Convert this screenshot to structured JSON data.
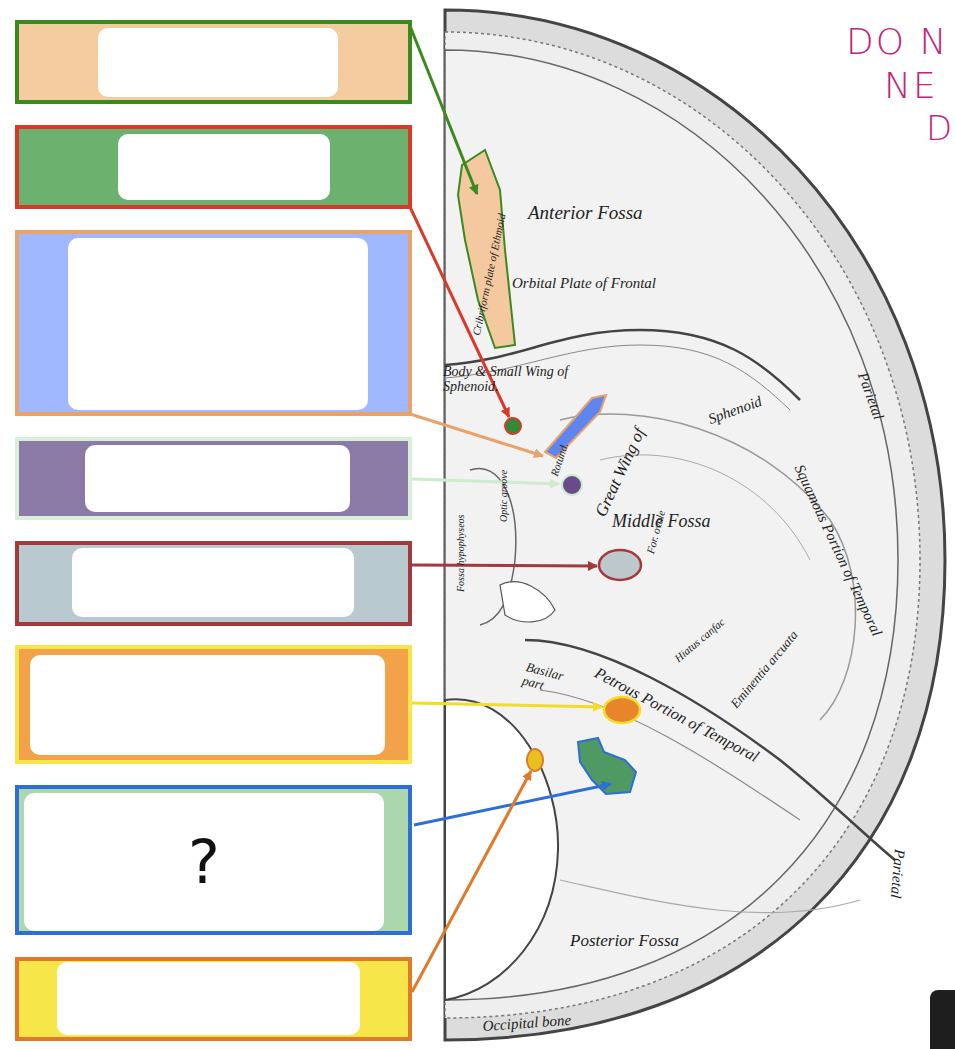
{
  "diagram": {
    "nodes": [
      {
        "text": [
          "?"
        ]
      }
    ],
    "labels": [
      "DO N",
      "NE",
      "D",
      "Anterior Fossa",
      "Orbital Plate of Frontal",
      "Cribriform plate of Ethmoid",
      "Body & Small Wing of Sphenoid.",
      "Rotund.",
      "Great Wing of",
      "Sphenoid",
      "Middle Fossa",
      "For. ovale",
      "Squamous Portion of Temporal",
      "Parietal",
      "Parietal",
      "Basilar part",
      "Petrous Portion of Temporal",
      "Hiatus canfac",
      "Eminentia arcuata",
      "Posterior Fossa",
      "Occipital bone",
      "Fossa hypophyseos",
      "Optic groove"
    ]
  }
}
